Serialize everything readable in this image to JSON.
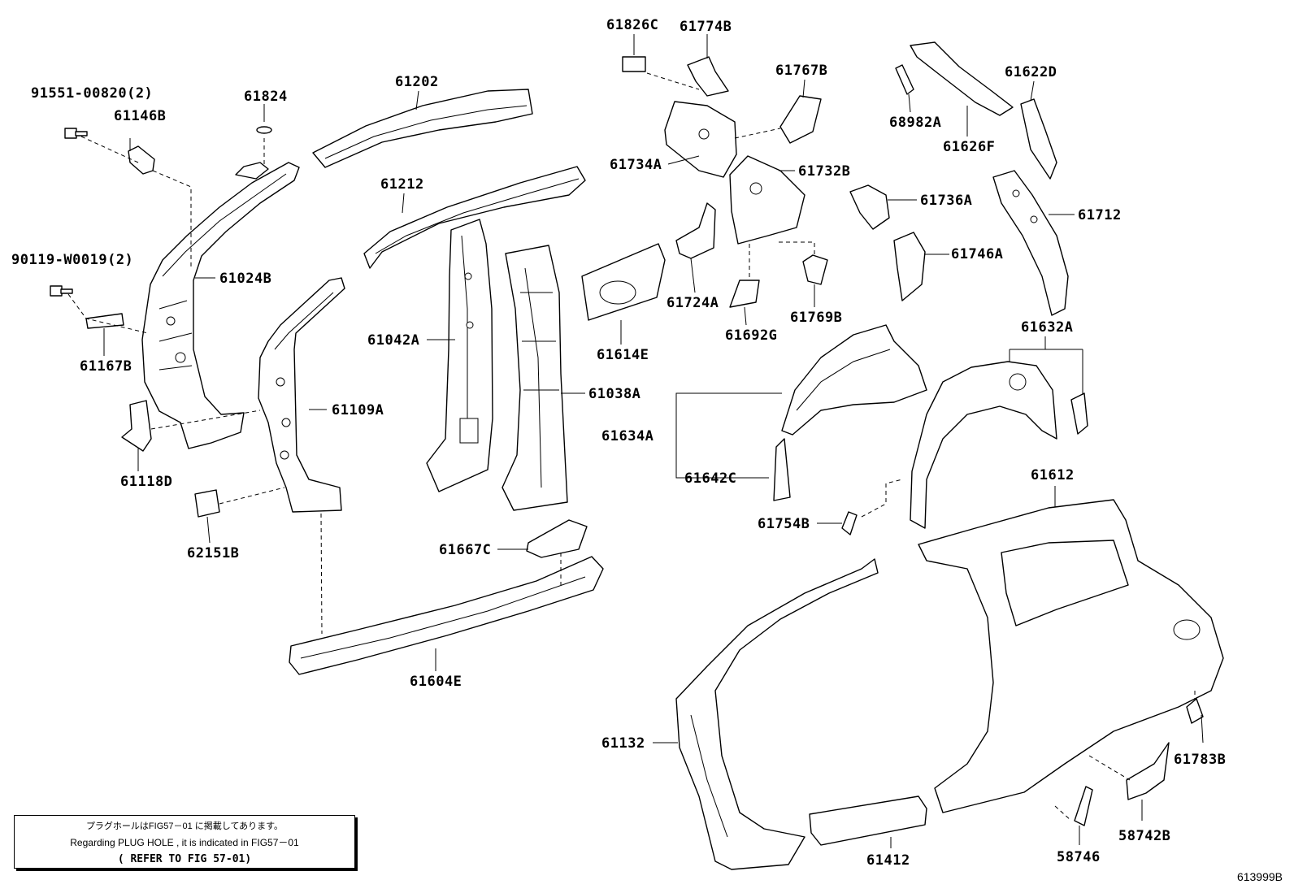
{
  "labels": {
    "p91551": "91551-00820(2)",
    "p61146B": "61146B",
    "p61824": "61824",
    "p61202": "61202",
    "p61212": "61212",
    "p90119": "90119-W0019(2)",
    "p61024B": "61024B",
    "p61167B": "61167B",
    "p61109A": "61109A",
    "p61118D": "61118D",
    "p62151B": "62151B",
    "p61042A": "61042A",
    "p61038A": "61038A",
    "p61667C": "61667C",
    "p61604E": "61604E",
    "p61826C": "61826C",
    "p61774B": "61774B",
    "p61767B": "61767B",
    "p61734A": "61734A",
    "p61732B": "61732B",
    "p61724A": "61724A",
    "p61692G": "61692G",
    "p61769B": "61769B",
    "p61614E": "61614E",
    "p68982A": "68982A",
    "p61626F": "61626F",
    "p61622D": "61622D",
    "p61736A": "61736A",
    "p61712": "61712",
    "p61746A": "61746A",
    "p61632A": "61632A",
    "p61634A": "61634A",
    "p61642C": "61642C",
    "p61754B": "61754B",
    "p61612": "61612",
    "p61132": "61132",
    "p61783B": "61783B",
    "p58742B": "58742B",
    "p61412": "61412",
    "p58746": "58746"
  },
  "reference_note": {
    "japanese": "プラグホールはFIG57－01 に掲載してあります。",
    "english": "Regarding PLUG HOLE , it is indicated in FIG57－01",
    "refer": "( REFER TO FIG 57-01)"
  },
  "figure_code": "613999B"
}
